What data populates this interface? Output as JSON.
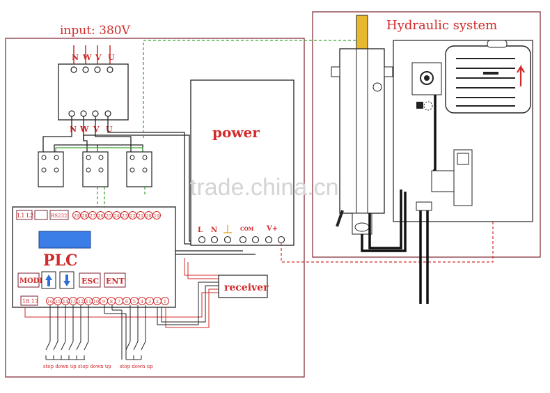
{
  "input_label": "input: 380V",
  "phase_top": [
    "N",
    "W",
    "V",
    "U"
  ],
  "phase_bottom": [
    "N",
    "W",
    "V",
    "U"
  ],
  "power_label": "power",
  "power_terms": [
    "L",
    "N",
    "COM",
    "V+"
  ],
  "hydraulic_label": "Hydraulic system",
  "plc": {
    "title": "PLC",
    "port_l1l2": "L1 L2",
    "port_rs232": "RS232",
    "top_terminals": [
      "29",
      "28",
      "27",
      "26",
      "25",
      "24",
      "23",
      "22",
      "21",
      "20",
      "19"
    ],
    "buttons": [
      "MODE",
      "ESC",
      "ENT"
    ],
    "bottom_left": "18 17",
    "bottom_terminals": [
      "16",
      "15",
      "14",
      "13",
      "12",
      "11",
      "10",
      "9",
      "8",
      "7",
      "6",
      "5",
      "4",
      "3",
      "2",
      "1"
    ]
  },
  "receiver_label": "receiver",
  "switch_labels_left": "stop down up stop down up",
  "switch_labels_right": "stop down up",
  "watermark": "trade.china.cn",
  "colors": {
    "red": "#d12a2a",
    "green": "#3aa335",
    "blue": "#2f6fd6",
    "lcd": "#3c7ee8",
    "outline": "#7a2230"
  }
}
